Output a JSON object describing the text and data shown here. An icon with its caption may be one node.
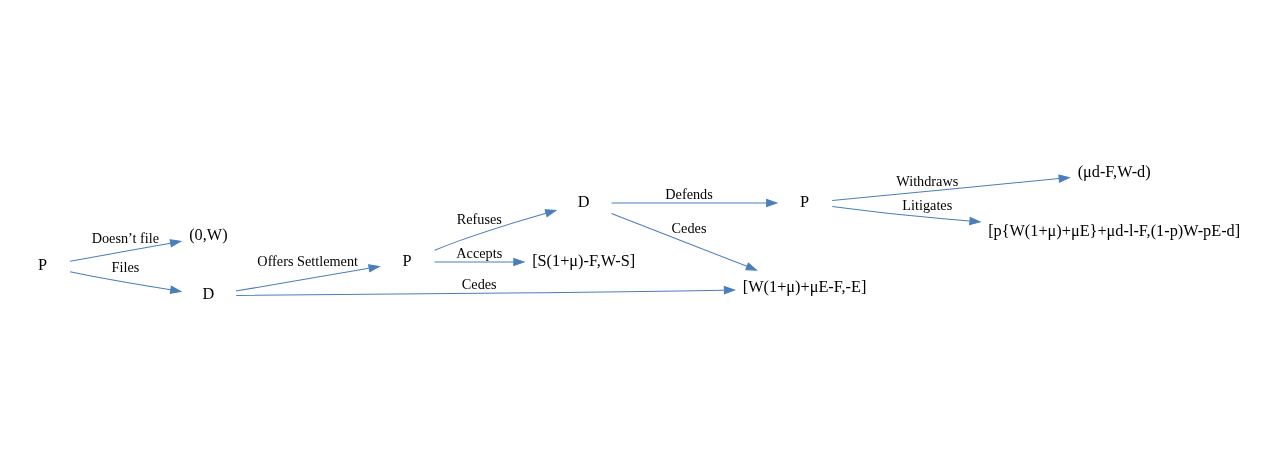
{
  "diagram": {
    "nodes": [
      {
        "text": [
          "P"
        ]
      },
      {
        "text": [
          "(0,W)"
        ]
      },
      {
        "text": [
          "D"
        ]
      },
      {
        "text": [
          "P"
        ]
      },
      {
        "text": [
          "[S(1+μ)-F,W-S]"
        ]
      },
      {
        "text": [
          "[W(1+μ)+μE-F,-E]"
        ]
      },
      {
        "text": [
          "D"
        ]
      },
      {
        "text": [
          "P"
        ]
      },
      {
        "text": [
          "(μd-F,W-d)"
        ]
      },
      {
        "text": [
          "[p{W(1+μ)+μE}+μd-l-F,(1-p)W-pE-d]"
        ]
      }
    ],
    "edges": [
      {
        "from": 0,
        "to": 1,
        "arrow": "to",
        "label": "Doesn’t file"
      },
      {
        "from": 0,
        "to": 2,
        "arrow": "to",
        "label": "Files"
      },
      {
        "from": 2,
        "to": 3,
        "arrow": "to",
        "label": "Offers Settlement"
      },
      {
        "from": 2,
        "to": 5,
        "arrow": "to",
        "label": "Cedes"
      },
      {
        "from": 3,
        "to": 4,
        "arrow": "to",
        "label": "Accepts"
      },
      {
        "from": 3,
        "to": 6,
        "arrow": "to",
        "label": "Refuses"
      },
      {
        "from": 6,
        "to": 5,
        "arrow": "to",
        "label": "Cedes"
      },
      {
        "from": 6,
        "to": 7,
        "arrow": "to",
        "label": "Defends"
      },
      {
        "from": 7,
        "to": 8,
        "arrow": "to",
        "label": "Withdraws"
      },
      {
        "from": 7,
        "to": 9,
        "arrow": "to",
        "label": "Litigates"
      }
    ]
  }
}
